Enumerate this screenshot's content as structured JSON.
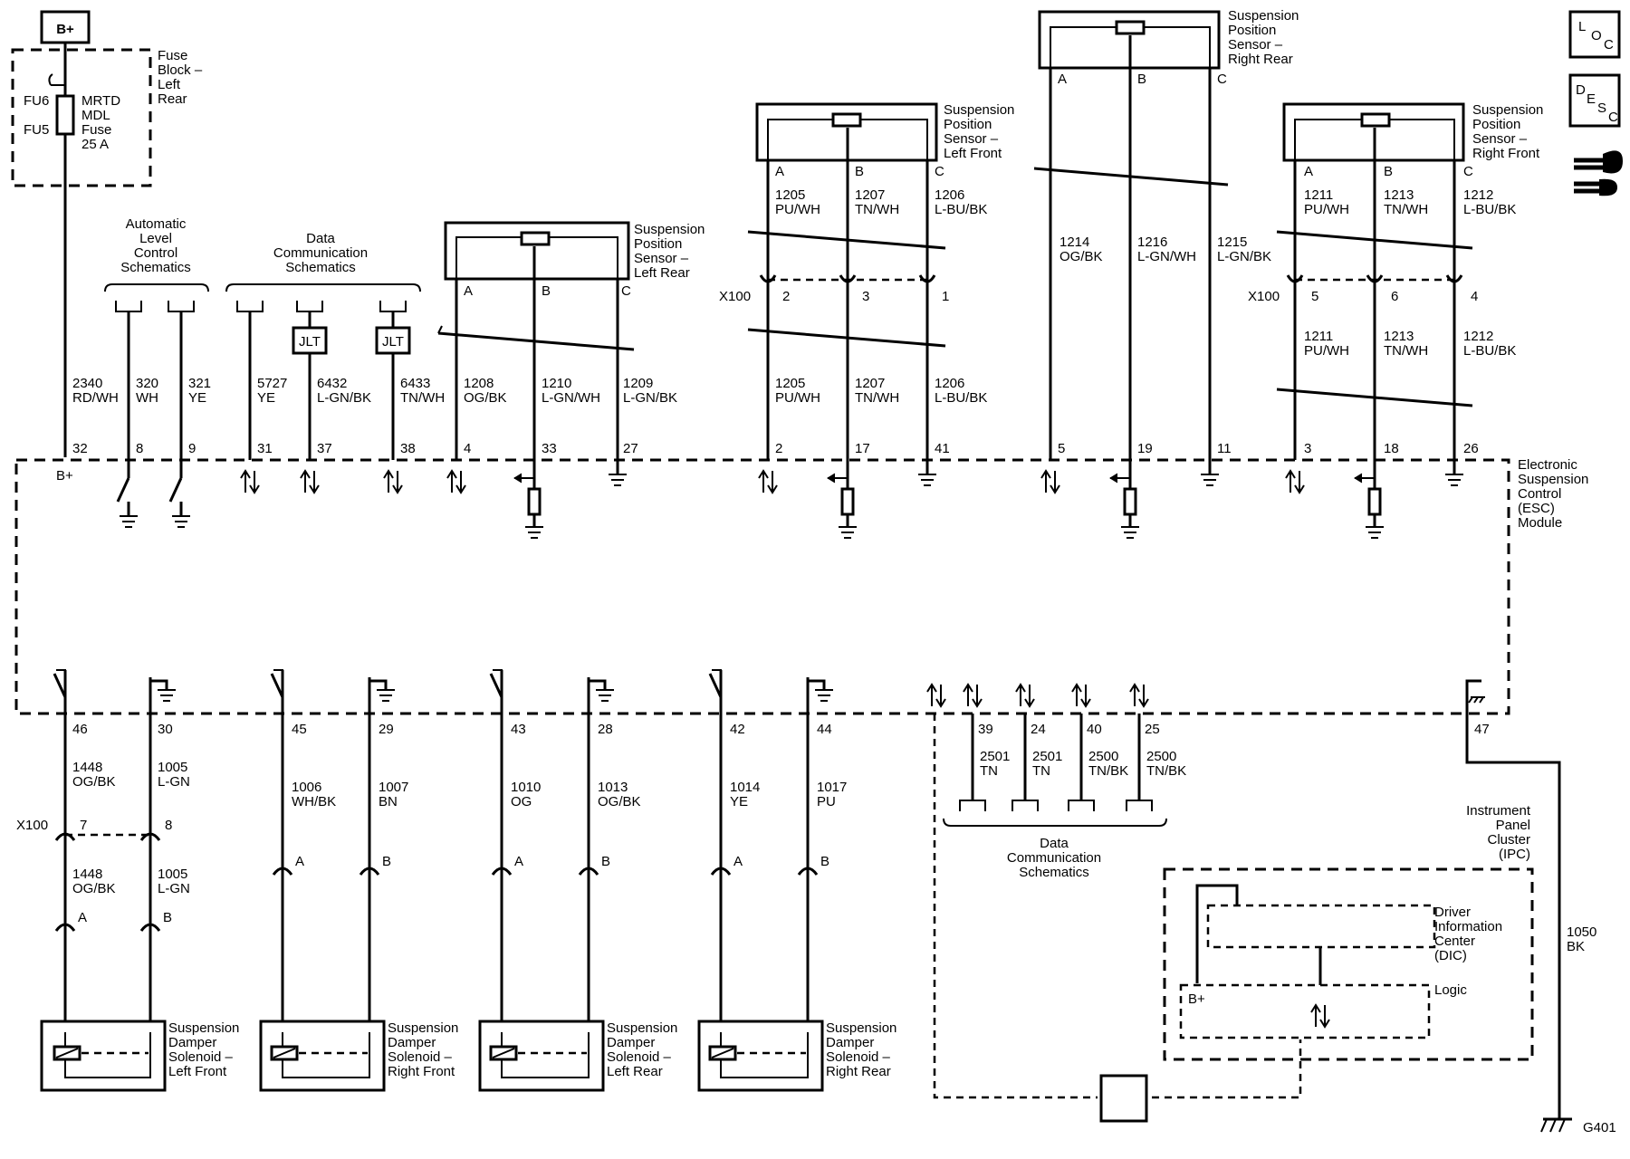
{
  "b_plus_top": "B+",
  "fuse_block": {
    "name": [
      "Fuse",
      "Block –",
      "Left",
      "Rear"
    ],
    "fu6": "FU6",
    "fu5": "FU5",
    "fuse_text": [
      "MRTD",
      "MDL",
      "Fuse",
      "25 A"
    ]
  },
  "loc_icon": {
    "l": "L",
    "o": "O",
    "c": "C"
  },
  "desc_icon": {
    "d": "D",
    "e": "E",
    "s": "S",
    "c": "C"
  },
  "refs": {
    "alc": [
      "Automatic",
      "Level",
      "Control",
      "Schematics"
    ],
    "data_top": [
      "Data",
      "Communication",
      "Schematics"
    ],
    "data_bottom": [
      "Data",
      "Communication",
      "Schematics"
    ]
  },
  "jlt": "JLT",
  "esc_module": [
    "Electronic",
    "Suspension",
    "Control",
    "(ESC)",
    "Module"
  ],
  "esc_b_plus": "B+",
  "x100": "X100",
  "sensors": {
    "left_rear": {
      "name": [
        "Suspension",
        "Position",
        "Sensor –",
        "Left Rear"
      ],
      "pins": [
        "A",
        "B",
        "C"
      ]
    },
    "left_front": {
      "name": [
        "Suspension",
        "Position",
        "Sensor –",
        "Left Front"
      ],
      "pins": [
        "A",
        "B",
        "C"
      ]
    },
    "right_rear": {
      "name": [
        "Suspension",
        "Position",
        "Sensor –",
        "Right Rear"
      ],
      "pins": [
        "A",
        "B",
        "C"
      ]
    },
    "right_front": {
      "name": [
        "Suspension",
        "Position",
        "Sensor –",
        "Right Front"
      ],
      "pins": [
        "A",
        "B",
        "C"
      ]
    }
  },
  "top_wires": [
    {
      "circuit": "2340",
      "color": "RD/WH",
      "pin": "32"
    },
    {
      "circuit": "320",
      "color": "WH",
      "pin": "8"
    },
    {
      "circuit": "321",
      "color": "YE",
      "pin": "9"
    },
    {
      "circuit": "5727",
      "color": "YE",
      "pin": "31"
    },
    {
      "circuit": "6432",
      "color": "L-GN/BK",
      "pin": "37"
    },
    {
      "circuit": "6433",
      "color": "TN/WH",
      "pin": "38"
    },
    {
      "circuit": "1208",
      "color": "OG/BK",
      "pin": "4"
    },
    {
      "circuit": "1210",
      "color": "L-GN/WH",
      "pin": "33"
    },
    {
      "circuit": "1209",
      "color": "L-GN/BK",
      "pin": "27"
    },
    {
      "circuit": "1205",
      "color": "PU/WH",
      "pin": "2"
    },
    {
      "circuit": "1207",
      "color": "TN/WH",
      "pin": "17"
    },
    {
      "circuit": "1206",
      "color": "L-BU/BK",
      "pin": "41"
    },
    {
      "circuit": "1214",
      "color": "OG/BK",
      "pin": "5"
    },
    {
      "circuit": "1216",
      "color": "L-GN/WH",
      "pin": "19"
    },
    {
      "circuit": "1215",
      "color": "L-GN/BK",
      "pin": "11"
    },
    {
      "circuit": "1211",
      "color": "PU/WH",
      "pin": "3"
    },
    {
      "circuit": "1213",
      "color": "TN/WH",
      "pin": "18"
    },
    {
      "circuit": "1212",
      "color": "L-BU/BK",
      "pin": "26"
    }
  ],
  "lf_upper": [
    {
      "circuit": "1205",
      "color": "PU/WH"
    },
    {
      "circuit": "1207",
      "color": "TN/WH"
    },
    {
      "circuit": "1206",
      "color": "L-BU/BK"
    }
  ],
  "rf_upper": [
    {
      "circuit": "1211",
      "color": "PU/WH"
    },
    {
      "circuit": "1213",
      "color": "TN/WH"
    },
    {
      "circuit": "1212",
      "color": "L-BU/BK"
    }
  ],
  "x100_lf_pins": [
    "2",
    "3",
    "1"
  ],
  "x100_rf_pins": [
    "5",
    "6",
    "4"
  ],
  "bottom_wires": [
    {
      "circuit": "1448",
      "color": "OG/BK",
      "pin": "46"
    },
    {
      "circuit": "1005",
      "color": "L-GN",
      "pin": "30"
    },
    {
      "circuit": "1006",
      "color": "WH/BK",
      "pin": "45"
    },
    {
      "circuit": "1007",
      "color": "BN",
      "pin": "29"
    },
    {
      "circuit": "1010",
      "color": "OG",
      "pin": "43"
    },
    {
      "circuit": "1013",
      "color": "OG/BK",
      "pin": "28"
    },
    {
      "circuit": "1014",
      "color": "YE",
      "pin": "42"
    },
    {
      "circuit": "1017",
      "color": "PU",
      "pin": "44"
    }
  ],
  "lf_lower": [
    {
      "circuit": "1448",
      "color": "OG/BK"
    },
    {
      "circuit": "1005",
      "color": "L-GN"
    }
  ],
  "x100_bottom_pins": [
    "7",
    "8"
  ],
  "connector_ab": [
    "A",
    "B"
  ],
  "dampers": [
    [
      "Suspension",
      "Damper",
      "Solenoid –",
      "Left Front"
    ],
    [
      "Suspension",
      "Damper",
      "Solenoid –",
      "Right Front"
    ],
    [
      "Suspension",
      "Damper",
      "Solenoid –",
      "Left Rear"
    ],
    [
      "Suspension",
      "Damper",
      "Solenoid –",
      "Right Rear"
    ]
  ],
  "data_wires": [
    {
      "circuit": "2501",
      "color": "TN",
      "pin": "39"
    },
    {
      "circuit": "2501",
      "color": "TN",
      "pin": "24"
    },
    {
      "circuit": "2500",
      "color": "TN/BK",
      "pin": "40"
    },
    {
      "circuit": "2500",
      "color": "TN/BK",
      "pin": "25"
    }
  ],
  "ground_wire": {
    "circuit": "1050",
    "color": "BK",
    "pin": "47",
    "ground": "G401"
  },
  "ipc": {
    "name": [
      "Instrument",
      "Panel",
      "Cluster",
      "(IPC)"
    ],
    "dic": [
      "Driver",
      "Information",
      "Center",
      "(DIC)"
    ],
    "logic": "Logic",
    "b_plus": "B+"
  }
}
